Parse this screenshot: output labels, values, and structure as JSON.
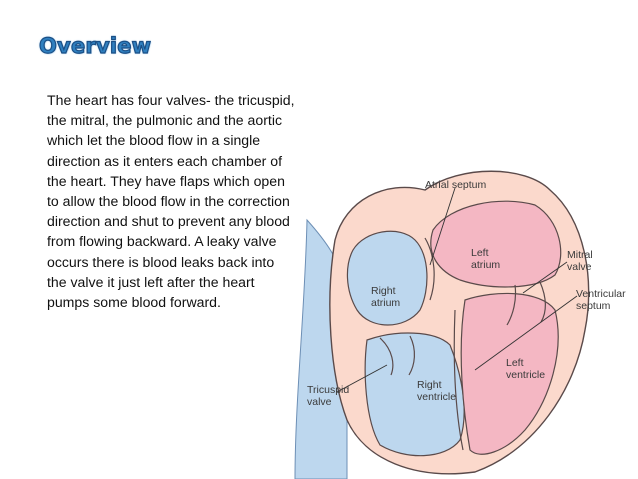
{
  "slide": {
    "title": "Overview",
    "body": "The heart has four valves- the tricuspid, the mitral, the pulmonic and the aortic which let the blood flow in a single direction as it enters each chamber of the heart. They have flaps which open to allow the blood flow in the correction direction and shut to prevent any blood from flowing backward. A leaky valve occurs there is blood leaks back into the valve it just left after the heart pumps some blood forward."
  },
  "diagram": {
    "labels": {
      "atrial_septum": "Atrial septum",
      "left_atrium_1": "Left",
      "left_atrium_2": "atrium",
      "mitral_valve_1": "Mitral",
      "mitral_valve_2": "valve",
      "right_atrium_1": "Right",
      "right_atrium_2": "atrium",
      "ventricular_septum_1": "Ventricular",
      "ventricular_septum_2": "septum",
      "left_ventricle_1": "Left",
      "left_ventricle_2": "ventricle",
      "right_ventricle_1": "Right",
      "right_ventricle_2": "ventricle",
      "tricuspid_valve_1": "Tricuspid",
      "tricuspid_valve_2": "valve"
    },
    "colors": {
      "heart_wall": "#fbd9cc",
      "right_side": "#bdd7ee",
      "left_side": "#f4b7c3",
      "outline": "#5a4a4a"
    }
  }
}
